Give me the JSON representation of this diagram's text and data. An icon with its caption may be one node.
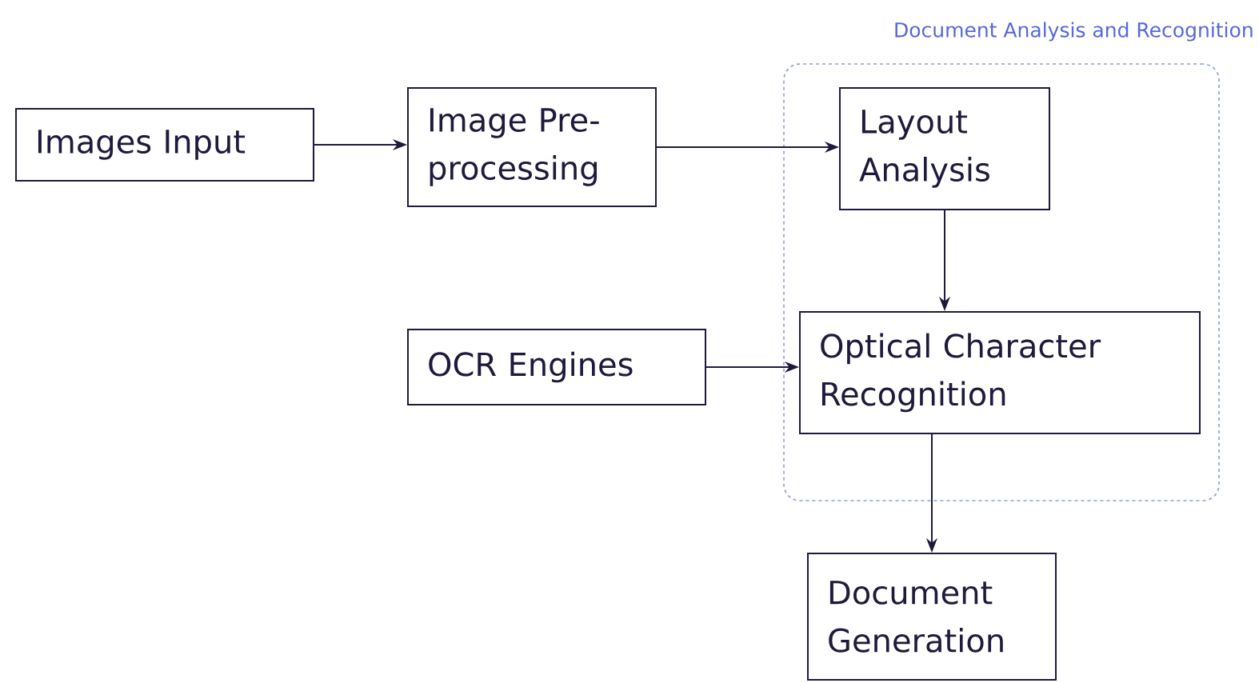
{
  "diagram": {
    "nodes": [
      {
        "text": [
          "Images Input"
        ]
      },
      {
        "text": [
          "Image Pre-processing"
        ]
      },
      {
        "text": [
          "Document Analysis and Recognition"
        ]
      },
      {
        "text": [
          "Layout Analysis"
        ],
        "in": 2
      },
      {
        "text": [
          "OCR Engines"
        ]
      },
      {
        "text": [
          "Optical Character Recognition"
        ],
        "in": 2
      },
      {
        "text": [
          "Document Generation"
        ]
      }
    ],
    "edges": [
      {
        "from": 0,
        "to": 1,
        "arrow": "to"
      },
      {
        "from": 1,
        "to": 3,
        "arrow": "to"
      },
      {
        "from": 3,
        "to": 5,
        "arrow": "to"
      },
      {
        "from": 4,
        "to": 5,
        "arrow": "to"
      },
      {
        "from": 5,
        "to": 6,
        "arrow": "to"
      }
    ]
  }
}
